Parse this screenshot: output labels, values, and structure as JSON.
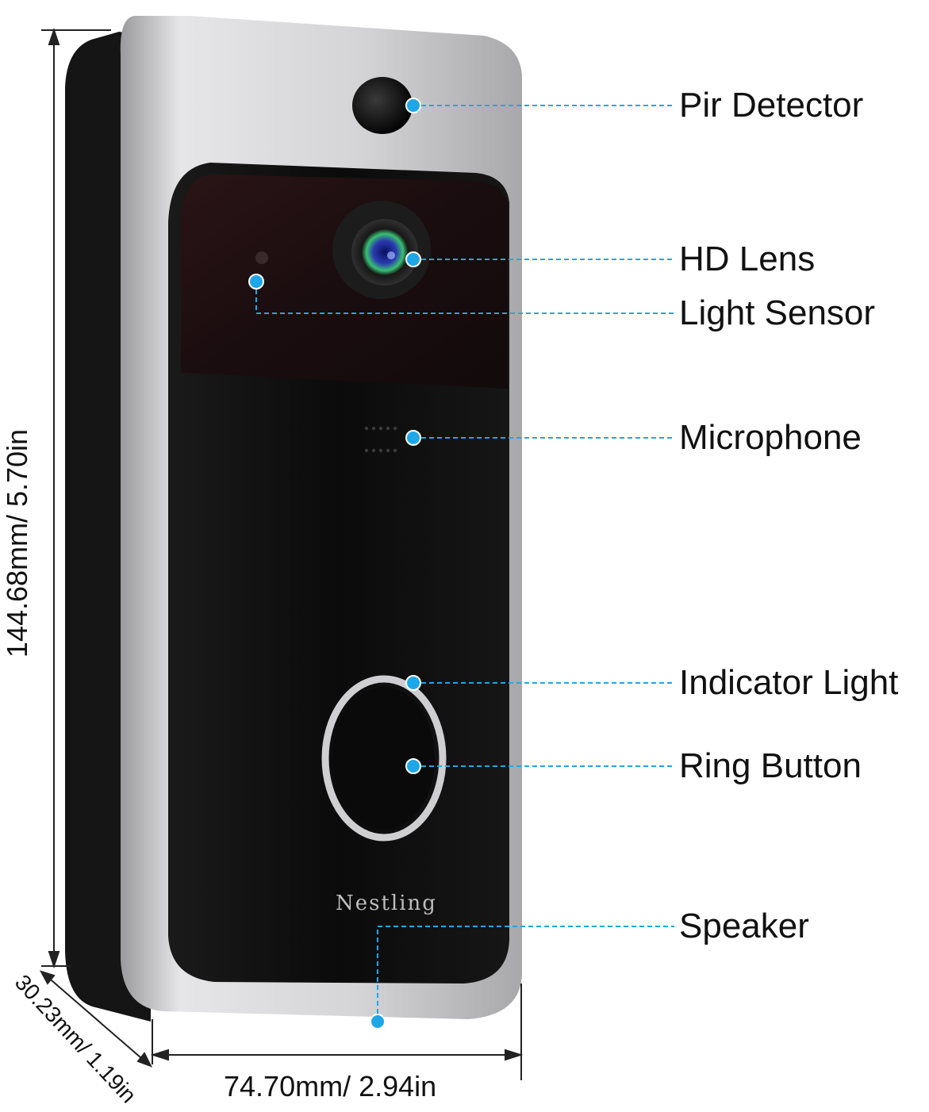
{
  "device": {
    "brand": "Nestling",
    "callouts": [
      {
        "id": "pir",
        "label": "Pir Detector"
      },
      {
        "id": "lens",
        "label": "HD Lens"
      },
      {
        "id": "light-sensor",
        "label": "Light Sensor"
      },
      {
        "id": "microphone",
        "label": "Microphone"
      },
      {
        "id": "indicator",
        "label": "Indicator Light"
      },
      {
        "id": "ring",
        "label": "Ring Button"
      },
      {
        "id": "speaker",
        "label": "Speaker"
      }
    ]
  },
  "dimensions": {
    "height": "144.68mm/ 5.70in",
    "width": "74.70mm/ 2.94in",
    "depth": "30.23mm/ 1.19in"
  },
  "colors": {
    "callout_accent": "#1ea7e8",
    "body_silver": "#c9c9cb",
    "body_black": "#111111"
  }
}
